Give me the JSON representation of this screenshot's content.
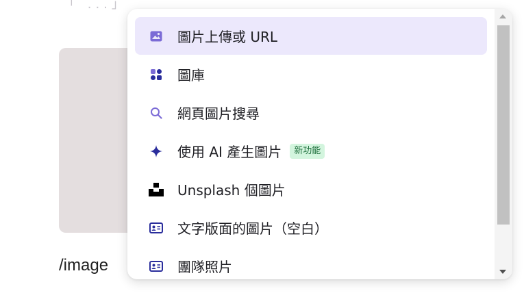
{
  "background": {
    "top_fragment": "「 ...」",
    "slash_command": "/image"
  },
  "menu": {
    "items": [
      {
        "label": "圖片上傳或 URL",
        "icon": "image-icon",
        "selected": true
      },
      {
        "label": "圖庫",
        "icon": "gallery-grid-icon",
        "selected": false
      },
      {
        "label": "網頁圖片搜尋",
        "icon": "search-icon",
        "selected": false
      },
      {
        "label": "使用 AI 產生圖片",
        "icon": "sparkle-icon",
        "selected": false,
        "badge": "新功能"
      },
      {
        "label": "Unsplash 個圖片",
        "icon": "unsplash-logo-icon",
        "selected": false
      },
      {
        "label": "文字版面的圖片（空白）",
        "icon": "text-layout-card-icon",
        "selected": false
      },
      {
        "label": "團隊照片",
        "icon": "team-photo-card-icon",
        "selected": false
      }
    ]
  },
  "colors": {
    "selected_bg": "#ece8fc",
    "icon_purple": "#7b6bd6",
    "icon_indigo": "#2a2d9c",
    "badge_bg": "#d3f5de",
    "badge_text": "#1f6f3d"
  }
}
